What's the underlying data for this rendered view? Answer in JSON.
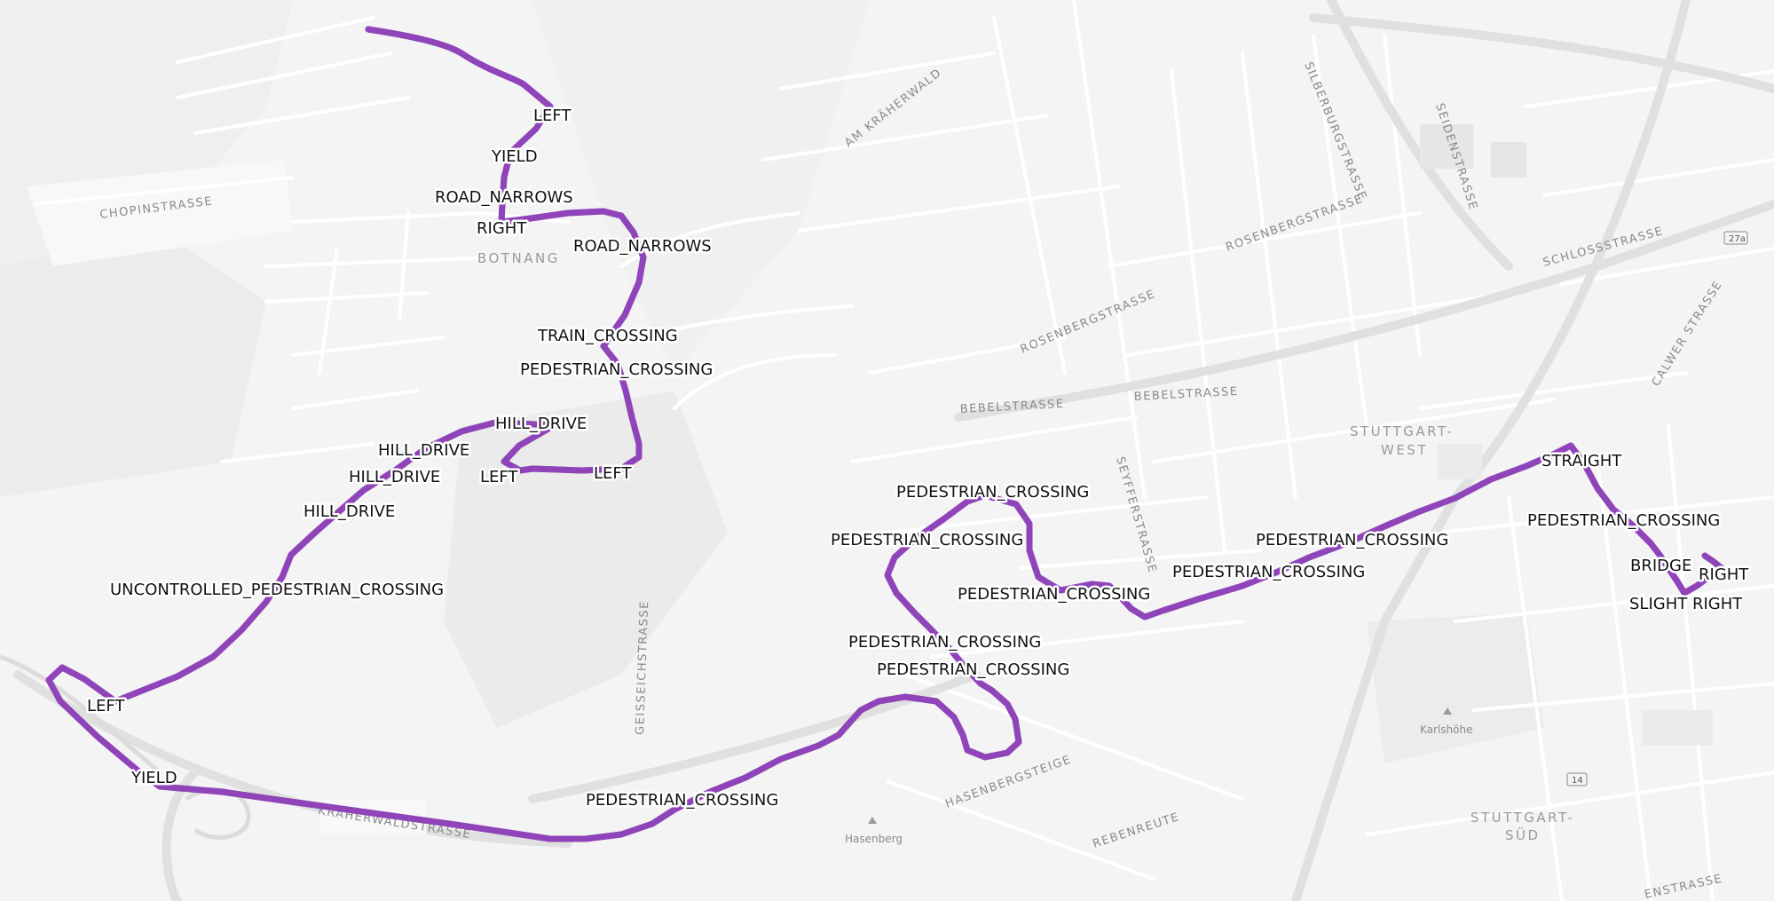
{
  "map": {
    "street_labels": [
      "CHOPINSTRASSE",
      "AM KRÄHERWALD",
      "SILBERBURGSTRASSE",
      "SEIDENSTRASSE",
      "ROSENBERGSTRASSE",
      "ROSENBERGSTRASSE",
      "SCHLOSSSTRASSE",
      "CALWER STRASSE",
      "BEBELSTRASSE",
      "BEBELSTRASSE",
      "SEYFFERSTRASSE",
      "GEISSEICHSTRASSE",
      "HASENBERGSTEIGE",
      "REBENREUTE",
      "KRÄHERWALDSTRASSE",
      "ENSTRASSE"
    ],
    "district_labels": [
      "BOTNANG",
      "STUTTGART-",
      "WEST",
      "STUTTGART-",
      "SÜD"
    ],
    "poi_labels": [
      "Karlshöhe",
      "Hasenberg"
    ],
    "road_shields": [
      "27a",
      "14"
    ],
    "maneuver_labels": [
      "LEFT",
      "YIELD",
      "ROAD_NARROWS",
      "RIGHT",
      "ROAD_NARROWS",
      "TRAIN_CROSSING",
      "PEDESTRIAN_CROSSING",
      "HILL_DRIVE",
      "HILL_DRIVE",
      "HILL_DRIVE",
      "HILL_DRIVE",
      "LEFT",
      "LEFT",
      "UNCONTROLLED_PEDESTRIAN_CROSSING",
      "LEFT",
      "YIELD",
      "PEDESTRIAN_CROSSING",
      "PEDESTRIAN_CROSSING",
      "PEDESTRIAN_CROSSING",
      "PEDESTRIAN_CROSSING",
      "PEDESTRIAN_CROSSING",
      "PEDESTRIAN_CROSSING",
      "PEDESTRIAN_CROSSING",
      "PEDESTRIAN_CROSSING",
      "STRAIGHT",
      "PEDESTRIAN_CROSSING",
      "BRIDGE",
      "RIGHT",
      "SLIGHT RIGHT"
    ],
    "colors": {
      "background": "#f4f4f4",
      "road": "#ffffff",
      "major_road": "#e2e2e2",
      "park": "#ececec",
      "route": "#8e44b8",
      "route_center": "#c17ee0",
      "label": "#8a8a8a"
    }
  }
}
